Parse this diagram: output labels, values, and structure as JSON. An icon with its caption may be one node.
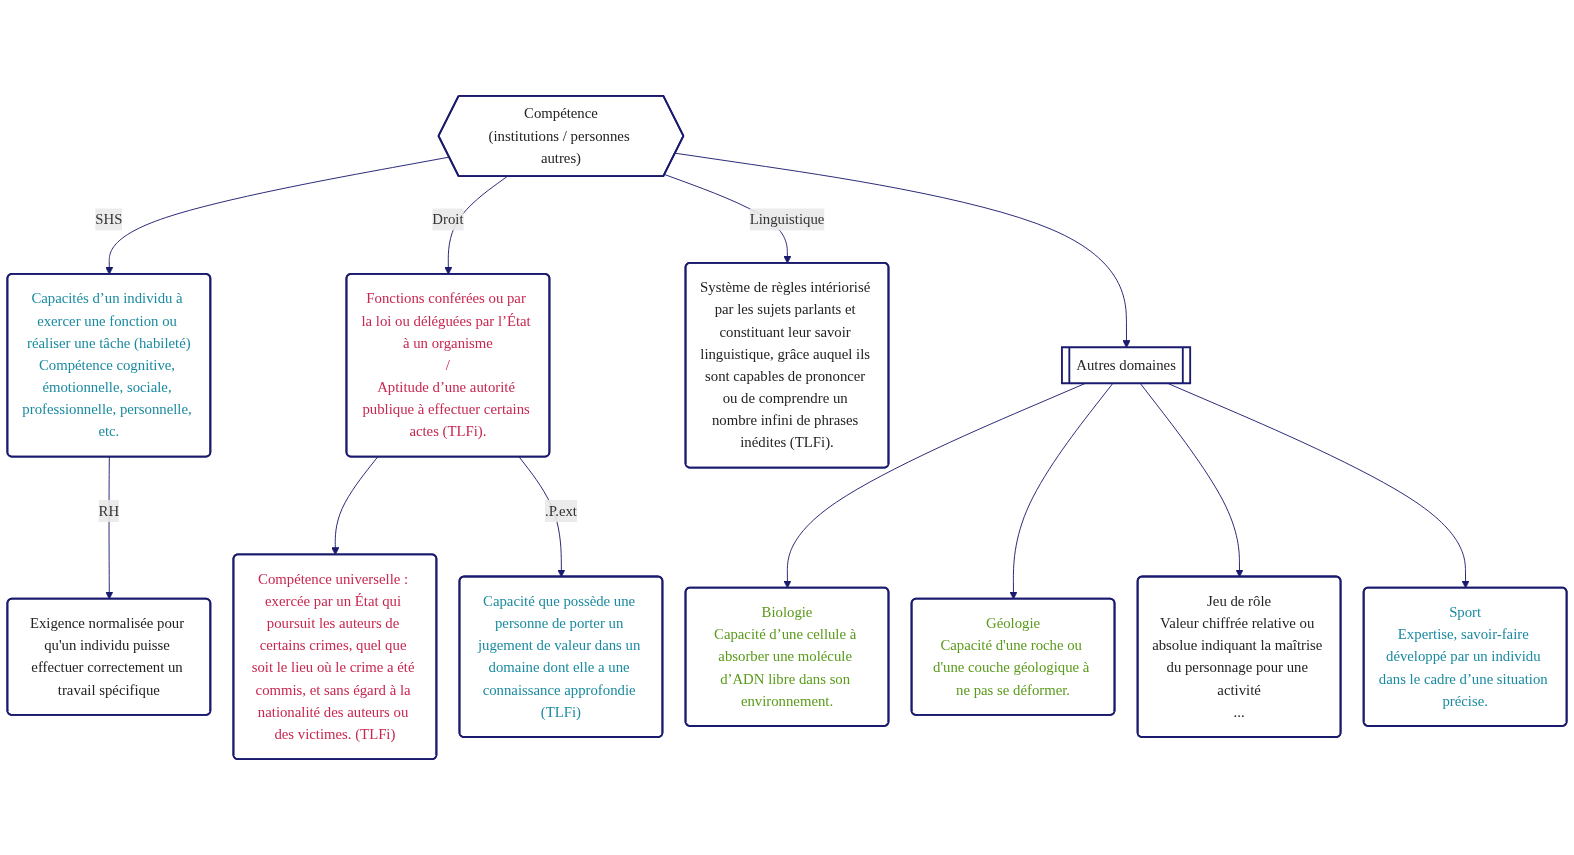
{
  "diagram": {
    "nodes": [
      {
        "text": [
          "Compétence",
          "(institutions / personnes autres)"
        ]
      },
      {
        "text": [
          "Capacités d’un individu à exercer une fonction ou réaliser une tâche (habileté)",
          "Compétence cognitive, émotionnelle, sociale, professionnelle, personnelle, etc."
        ]
      },
      {
        "text": [
          "Exigence normalisée pour qu'un individu puisse effectuer correctement un travail spécifique"
        ]
      },
      {
        "text": [
          "Compétence universelle : exercée par un État qui poursuit les auteurs de certains crimes, quel que soit le lieu où le crime a été commis, et sans égard à la nationalité des auteurs ou des victimes. (TLFi)"
        ]
      },
      {
        "text": [
          "Fonctions conférées ou par la loi ou déléguées par l’État à un organisme",
          "/",
          "Aptitude d’une autorité publique à effectuer certains actes (TLFi)."
        ]
      },
      {
        "text": [
          "Capacité que possède une personne de porter un jugement de valeur dans un domaine dont elle a une connaissance approfondie (TLFi)"
        ]
      },
      {
        "text": [
          "Système de règles intériorisé par les sujets parlants et constituant leur savoir linguistique, grâce auquel ils sont capables de prononcer ou de comprendre un nombre infini de phrases inédites (TLFi)."
        ]
      },
      {
        "text": [
          "Autres domaines"
        ]
      },
      {
        "text": [
          "Biologie",
          "Capacité d’une cellule à absorber une molécule d’ADN libre dans son environnement."
        ]
      },
      {
        "text": [
          "Géologie",
          "Capacité d'une roche ou d'une couche géologique à ne pas se déformer."
        ]
      },
      {
        "text": [
          "Jeu de rôle",
          "Valeur chiffrée relative ou absolue indiquant la maîtrise du personnage pour une activité",
          "..."
        ]
      },
      {
        "text": [
          "Sport",
          "Expertise, savoir-faire développé par un individu dans le cadre d’une situation précise."
        ]
      }
    ],
    "edges": [
      {
        "from": 0,
        "to": 1,
        "arrow": "to",
        "label": "SHS"
      },
      {
        "from": 1,
        "to": 2,
        "arrow": "to",
        "label": "RH"
      },
      {
        "from": 0,
        "to": 4,
        "arrow": "to",
        "label": "Droit"
      },
      {
        "from": 4,
        "to": 3,
        "arrow": "to"
      },
      {
        "from": 4,
        "to": 5,
        "arrow": "to",
        "label": ".P.ext"
      },
      {
        "from": 0,
        "to": 6,
        "arrow": "to",
        "label": "Linguistique"
      },
      {
        "from": 0,
        "to": 7,
        "arrow": "to"
      },
      {
        "from": 7,
        "to": 8,
        "arrow": "to"
      },
      {
        "from": 7,
        "to": 9,
        "arrow": "to"
      },
      {
        "from": 7,
        "to": 10,
        "arrow": "to"
      },
      {
        "from": 7,
        "to": 11,
        "arrow": "to"
      }
    ]
  }
}
